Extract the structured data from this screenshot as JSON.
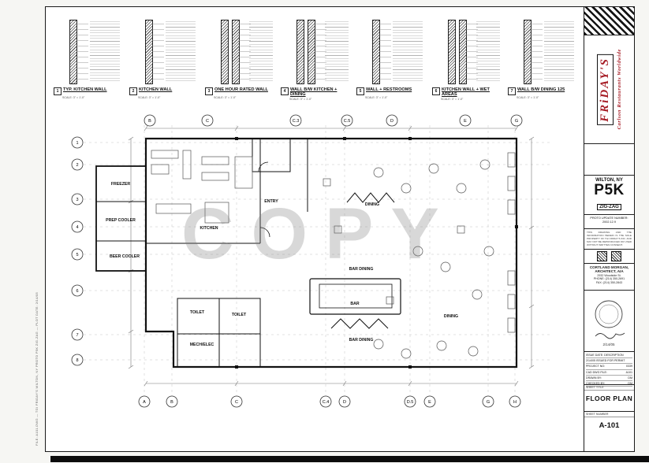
{
  "page": {
    "watermark": "COPY",
    "side_note": "FILE: A101.DWG — TGI FRIDAY'S  WILTON, NY  PROTO P5K ZIG-ZAG  —  PLOT DATE: 2/14/05"
  },
  "details": {
    "scale_note": "SCALE: 3\" = 1'-0\"",
    "items": [
      {
        "num": "1",
        "label": "TYP. KITCHEN WALL"
      },
      {
        "num": "2",
        "label": "KITCHEN WALL"
      },
      {
        "num": "3",
        "label": "ONE HOUR RATED WALL"
      },
      {
        "num": "4",
        "label": "WALL B/W KITCHEN + DINING"
      },
      {
        "num": "5",
        "label": "WALL + RESTROOMS"
      },
      {
        "num": "6",
        "label": "KITCHEN WALL + WET AREAS"
      },
      {
        "num": "7",
        "label": "WALL B/W DINING 125"
      }
    ]
  },
  "grid": {
    "top": [
      "B",
      "C",
      "C.3",
      "C.5",
      "D",
      "E",
      "G"
    ],
    "bottom": [
      "A",
      "B",
      "C",
      "C.4",
      "D",
      "D.5",
      "E",
      "G",
      "H"
    ],
    "left": [
      "1",
      "2",
      "3",
      "4",
      "5",
      "6",
      "7",
      "8"
    ]
  },
  "rooms": {
    "freezer": "FREEZER",
    "prep_cooler": "PREP COOLER",
    "beer_cooler": "BEER COOLER",
    "kitchen": "KITCHEN",
    "entry": "ENTRY",
    "dining_a": "DINING",
    "bar_dining_a": "BAR DINING",
    "bar": "BAR",
    "dining_b": "DINING",
    "bar_dining_b": "BAR DINING",
    "toilet_a": "TOILET",
    "toilet_b": "TOILET",
    "mech_elec": "MECH/ELEC"
  },
  "brand": {
    "logo": "FRiDAY'S",
    "tagline": "Carlson Restaurants Worldwide",
    "accent": "#a61c25"
  },
  "titleblock": {
    "location": "WILTON, NY",
    "store_code": "P5K",
    "proto_name": "ZIG-ZAG",
    "proto_update_label": "PROTO UPDATE NUMBER:",
    "proto_update_value": "2002.12.9",
    "legal": "THIS DRAWING AND THE INFORMATION HEREIN IS THE SOLE PROPERTY OF TGI FRIDAY'S INC. AND MAY NOT BE REPRODUCED OR USED WITHOUT WRITTEN CONSENT.",
    "architect_name": "CORTLAND MORGAN,",
    "architect_title": "ARCHITECT, AIA",
    "architect_addr1": "2932 Woodside St.",
    "architect_addr2": "PHONE: (214) 350-2691",
    "architect_addr3": "FAX: (214) 350-2843",
    "seal_date": "2/14/05",
    "issue_header": "ISSUE DATE:  DESCRIPTION",
    "issue_row": "2/14/05  ISSUED FOR PERMIT",
    "project_label": "PROJECT NO:",
    "project_value": "0339",
    "cad_label": "CAD DWG FILE:",
    "cad_value": "A101",
    "drawn_label": "DRAWN BY:",
    "drawn_value": "DM",
    "checked_label": "CHECKED BY:",
    "checked_value": "DM",
    "sheet_title_label": "SHEET TITLE",
    "sheet_title": "FLOOR PLAN",
    "sheet_number_label": "SHEET NUMBER",
    "sheet_number": "A-101"
  }
}
